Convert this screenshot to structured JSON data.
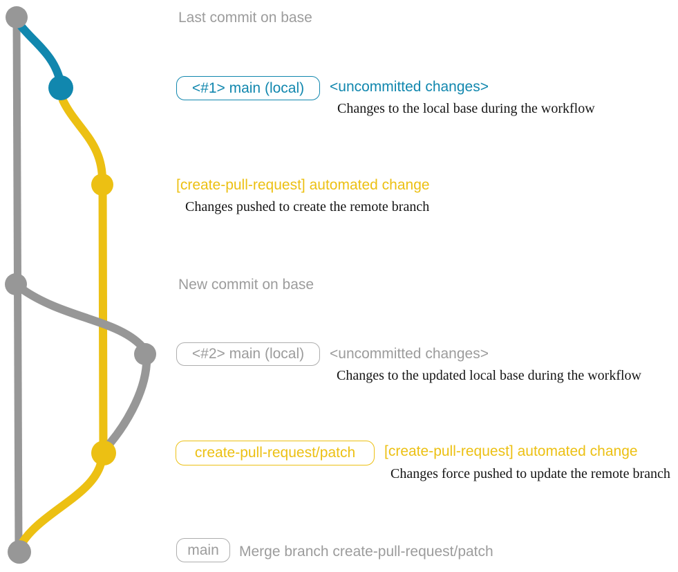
{
  "colors": {
    "gray": "#979797",
    "graytext": "#9c9c9c",
    "graybadge": "#adadad",
    "teal": "#1187ae",
    "yellow": "#ecc013",
    "ink": "#151515",
    "bg": "#ffffff"
  },
  "rows": {
    "last_commit": {
      "label": "Last commit on base"
    },
    "local1": {
      "badge": "<#1> main (local)",
      "headline": "<uncommitted changes>",
      "caption": "Changes to the local base during the workflow"
    },
    "push1": {
      "headline": "[create-pull-request] automated change",
      "caption": "Changes pushed to create the remote branch"
    },
    "new_commit": {
      "label": "New commit on base"
    },
    "local2": {
      "badge": "<#2> main (local)",
      "headline": "<uncommitted changes>",
      "caption": "Changes to the updated local base during the workflow"
    },
    "push2": {
      "badge": "create-pull-request/patch",
      "headline": "[create-pull-request] automated change",
      "caption": "Changes force pushed to update the remote branch"
    },
    "merge": {
      "badge": "main",
      "label": "Merge branch create-pull-request/patch"
    }
  }
}
